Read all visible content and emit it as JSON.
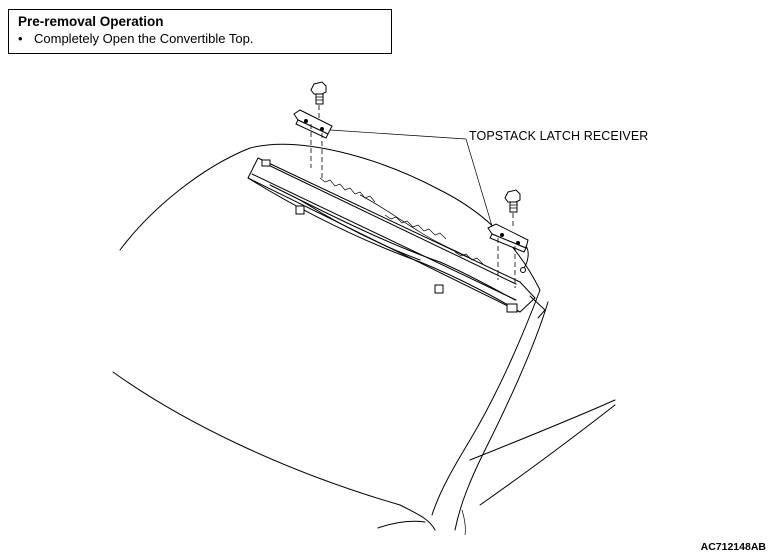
{
  "note": {
    "title": "Pre-removal Operation",
    "bullet": "•",
    "item": "Completely Open the Convertible Top."
  },
  "callout": {
    "label": "TOPSTACK LATCH RECEIVER"
  },
  "figure_id": "AC712148AB",
  "icons": [
    "bolt-icon",
    "latch-receiver-icon"
  ]
}
